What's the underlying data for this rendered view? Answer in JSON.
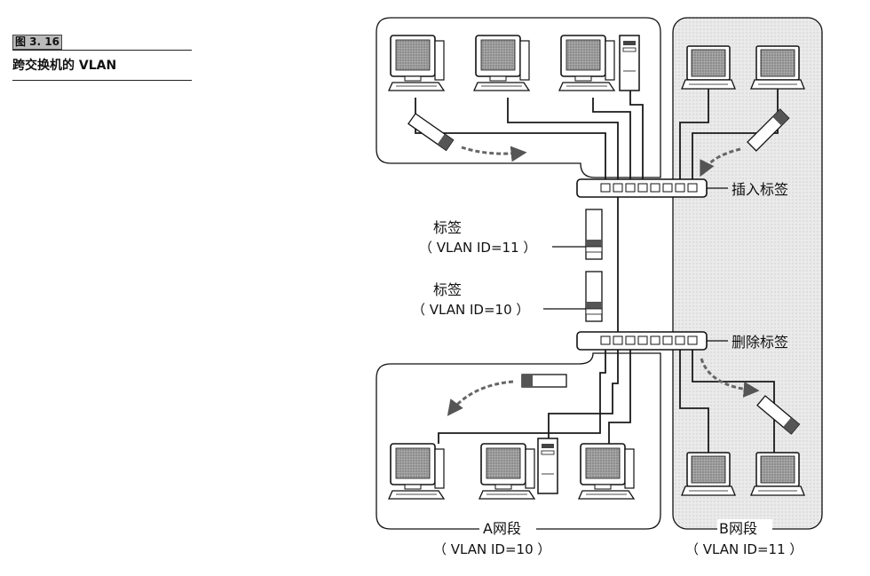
{
  "caption": {
    "figure_number": "图 3. 16",
    "title": "跨交换机的 VLAN"
  },
  "labels": {
    "insert_tag": "插入标签",
    "remove_tag": "删除标签",
    "tag_upper_title": "标签",
    "tag_upper_id": "（ VLAN ID=11 ）",
    "tag_lower_title": "标签",
    "tag_lower_id": "（ VLAN ID=10 ）",
    "segment_a_name": "A网段",
    "segment_a_id": "（ VLAN ID=10 ）",
    "segment_b_name": "B网段",
    "segment_b_id": "（ VLAN ID=11 ）"
  },
  "colors": {
    "segment_b_fill": "#e9e9e9",
    "line": "#1a1a1a",
    "screen": "#9a9a9a"
  }
}
